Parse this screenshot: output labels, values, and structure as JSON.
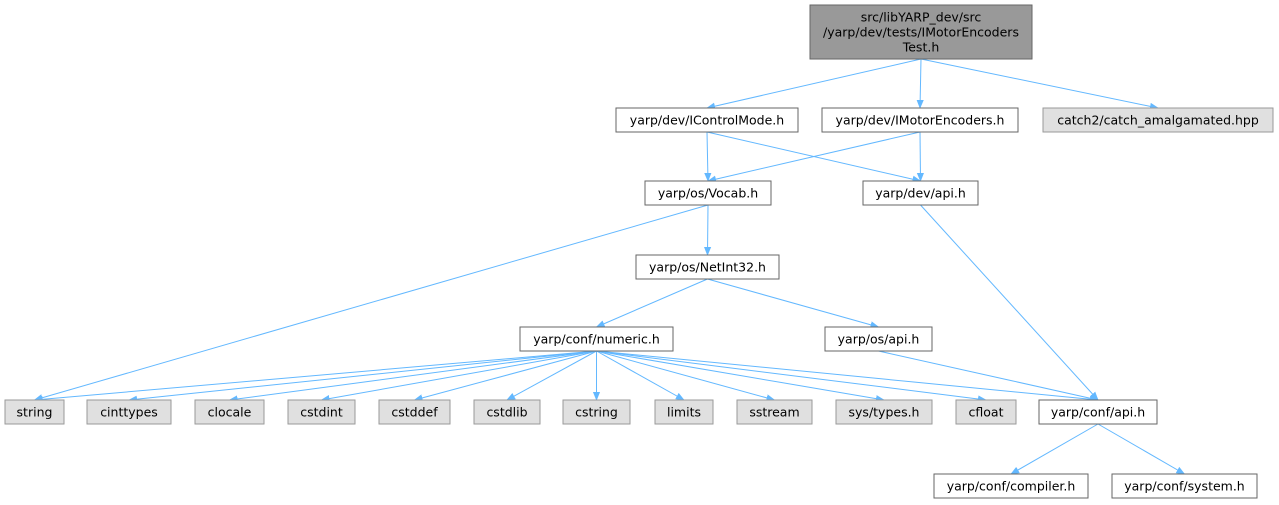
{
  "colors": {
    "edge": "#63b8ff",
    "root_fill": "#999999",
    "root_stroke": "#666666",
    "doc_fill": "#ffffff",
    "doc_stroke": "#666666",
    "ext_fill": "#e0e0e0",
    "ext_stroke": "#999999"
  },
  "nodes": [
    {
      "id": "root",
      "kind": "root",
      "lines": [
        "src/libYARP_dev/src",
        "/yarp/dev/tests/IMotorEncoders",
        "Test.h"
      ]
    },
    {
      "id": "icontrolmode",
      "kind": "doc",
      "lines": [
        "yarp/dev/IControlMode.h"
      ]
    },
    {
      "id": "imotorencoders",
      "kind": "doc",
      "lines": [
        "yarp/dev/IMotorEncoders.h"
      ]
    },
    {
      "id": "catch2",
      "kind": "ext",
      "lines": [
        "catch2/catch_amalgamated.hpp"
      ]
    },
    {
      "id": "vocab",
      "kind": "doc",
      "lines": [
        "yarp/os/Vocab.h"
      ]
    },
    {
      "id": "devapi",
      "kind": "doc",
      "lines": [
        "yarp/dev/api.h"
      ]
    },
    {
      "id": "netint32",
      "kind": "doc",
      "lines": [
        "yarp/os/NetInt32.h"
      ]
    },
    {
      "id": "numeric",
      "kind": "doc",
      "lines": [
        "yarp/conf/numeric.h"
      ]
    },
    {
      "id": "osapi",
      "kind": "doc",
      "lines": [
        "yarp/os/api.h"
      ]
    },
    {
      "id": "string",
      "kind": "ext",
      "lines": [
        "string"
      ]
    },
    {
      "id": "cinttypes",
      "kind": "ext",
      "lines": [
        "cinttypes"
      ]
    },
    {
      "id": "clocale",
      "kind": "ext",
      "lines": [
        "clocale"
      ]
    },
    {
      "id": "cstdint",
      "kind": "ext",
      "lines": [
        "cstdint"
      ]
    },
    {
      "id": "cstddef",
      "kind": "ext",
      "lines": [
        "cstddef"
      ]
    },
    {
      "id": "cstdlib",
      "kind": "ext",
      "lines": [
        "cstdlib"
      ]
    },
    {
      "id": "cstring",
      "kind": "ext",
      "lines": [
        "cstring"
      ]
    },
    {
      "id": "limits",
      "kind": "ext",
      "lines": [
        "limits"
      ]
    },
    {
      "id": "sstream",
      "kind": "ext",
      "lines": [
        "sstream"
      ]
    },
    {
      "id": "systypes",
      "kind": "ext",
      "lines": [
        "sys/types.h"
      ]
    },
    {
      "id": "cfloat",
      "kind": "ext",
      "lines": [
        "cfloat"
      ]
    },
    {
      "id": "confapi",
      "kind": "doc",
      "lines": [
        "yarp/conf/api.h"
      ]
    },
    {
      "id": "compiler",
      "kind": "doc",
      "lines": [
        "yarp/conf/compiler.h"
      ]
    },
    {
      "id": "system",
      "kind": "doc",
      "lines": [
        "yarp/conf/system.h"
      ]
    }
  ],
  "edges": [
    [
      "root",
      "icontrolmode"
    ],
    [
      "root",
      "imotorencoders"
    ],
    [
      "root",
      "catch2"
    ],
    [
      "icontrolmode",
      "vocab"
    ],
    [
      "icontrolmode",
      "devapi"
    ],
    [
      "imotorencoders",
      "vocab"
    ],
    [
      "imotorencoders",
      "devapi"
    ],
    [
      "vocab",
      "string"
    ],
    [
      "vocab",
      "netint32"
    ],
    [
      "devapi",
      "confapi"
    ],
    [
      "netint32",
      "numeric"
    ],
    [
      "netint32",
      "osapi"
    ],
    [
      "numeric",
      "string"
    ],
    [
      "numeric",
      "cinttypes"
    ],
    [
      "numeric",
      "clocale"
    ],
    [
      "numeric",
      "cstdint"
    ],
    [
      "numeric",
      "cstddef"
    ],
    [
      "numeric",
      "cstdlib"
    ],
    [
      "numeric",
      "cstring"
    ],
    [
      "numeric",
      "limits"
    ],
    [
      "numeric",
      "sstream"
    ],
    [
      "numeric",
      "systypes"
    ],
    [
      "numeric",
      "cfloat"
    ],
    [
      "numeric",
      "confapi"
    ],
    [
      "osapi",
      "confapi"
    ],
    [
      "confapi",
      "compiler"
    ],
    [
      "confapi",
      "system"
    ]
  ]
}
